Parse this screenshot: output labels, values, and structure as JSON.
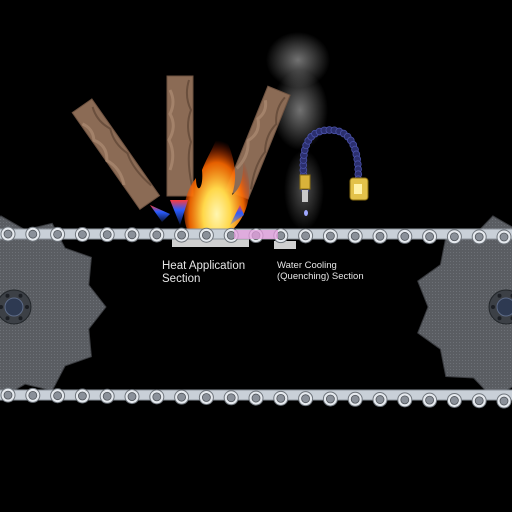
{
  "labels": {
    "heat_line1": "Heat Application",
    "heat_line2": "Section",
    "cool_line1": "Water Cooling",
    "cool_line2": "(Quenching) Section"
  },
  "colors": {
    "background": "#000000",
    "chain_plate": "#c9d0d8",
    "chain_roller": "#8a9099",
    "sprocket": "#5a5d62",
    "torch_body": "#8b6b55",
    "flame_blue": "#2a5cff",
    "fire_orange": "#ff6a00",
    "fire_yellow": "#ffd84a",
    "hose": "#2b2f6e",
    "nozzle": "#d9b23a",
    "steam": "#b0b0b0",
    "heated_section": "#e6a0e0",
    "label_text": "#e6e6e6"
  },
  "icons": [
    "sprocket-left-icon",
    "sprocket-right-icon",
    "torch-icon",
    "flame-icon",
    "water-nozzle-icon",
    "steam-icon"
  ]
}
